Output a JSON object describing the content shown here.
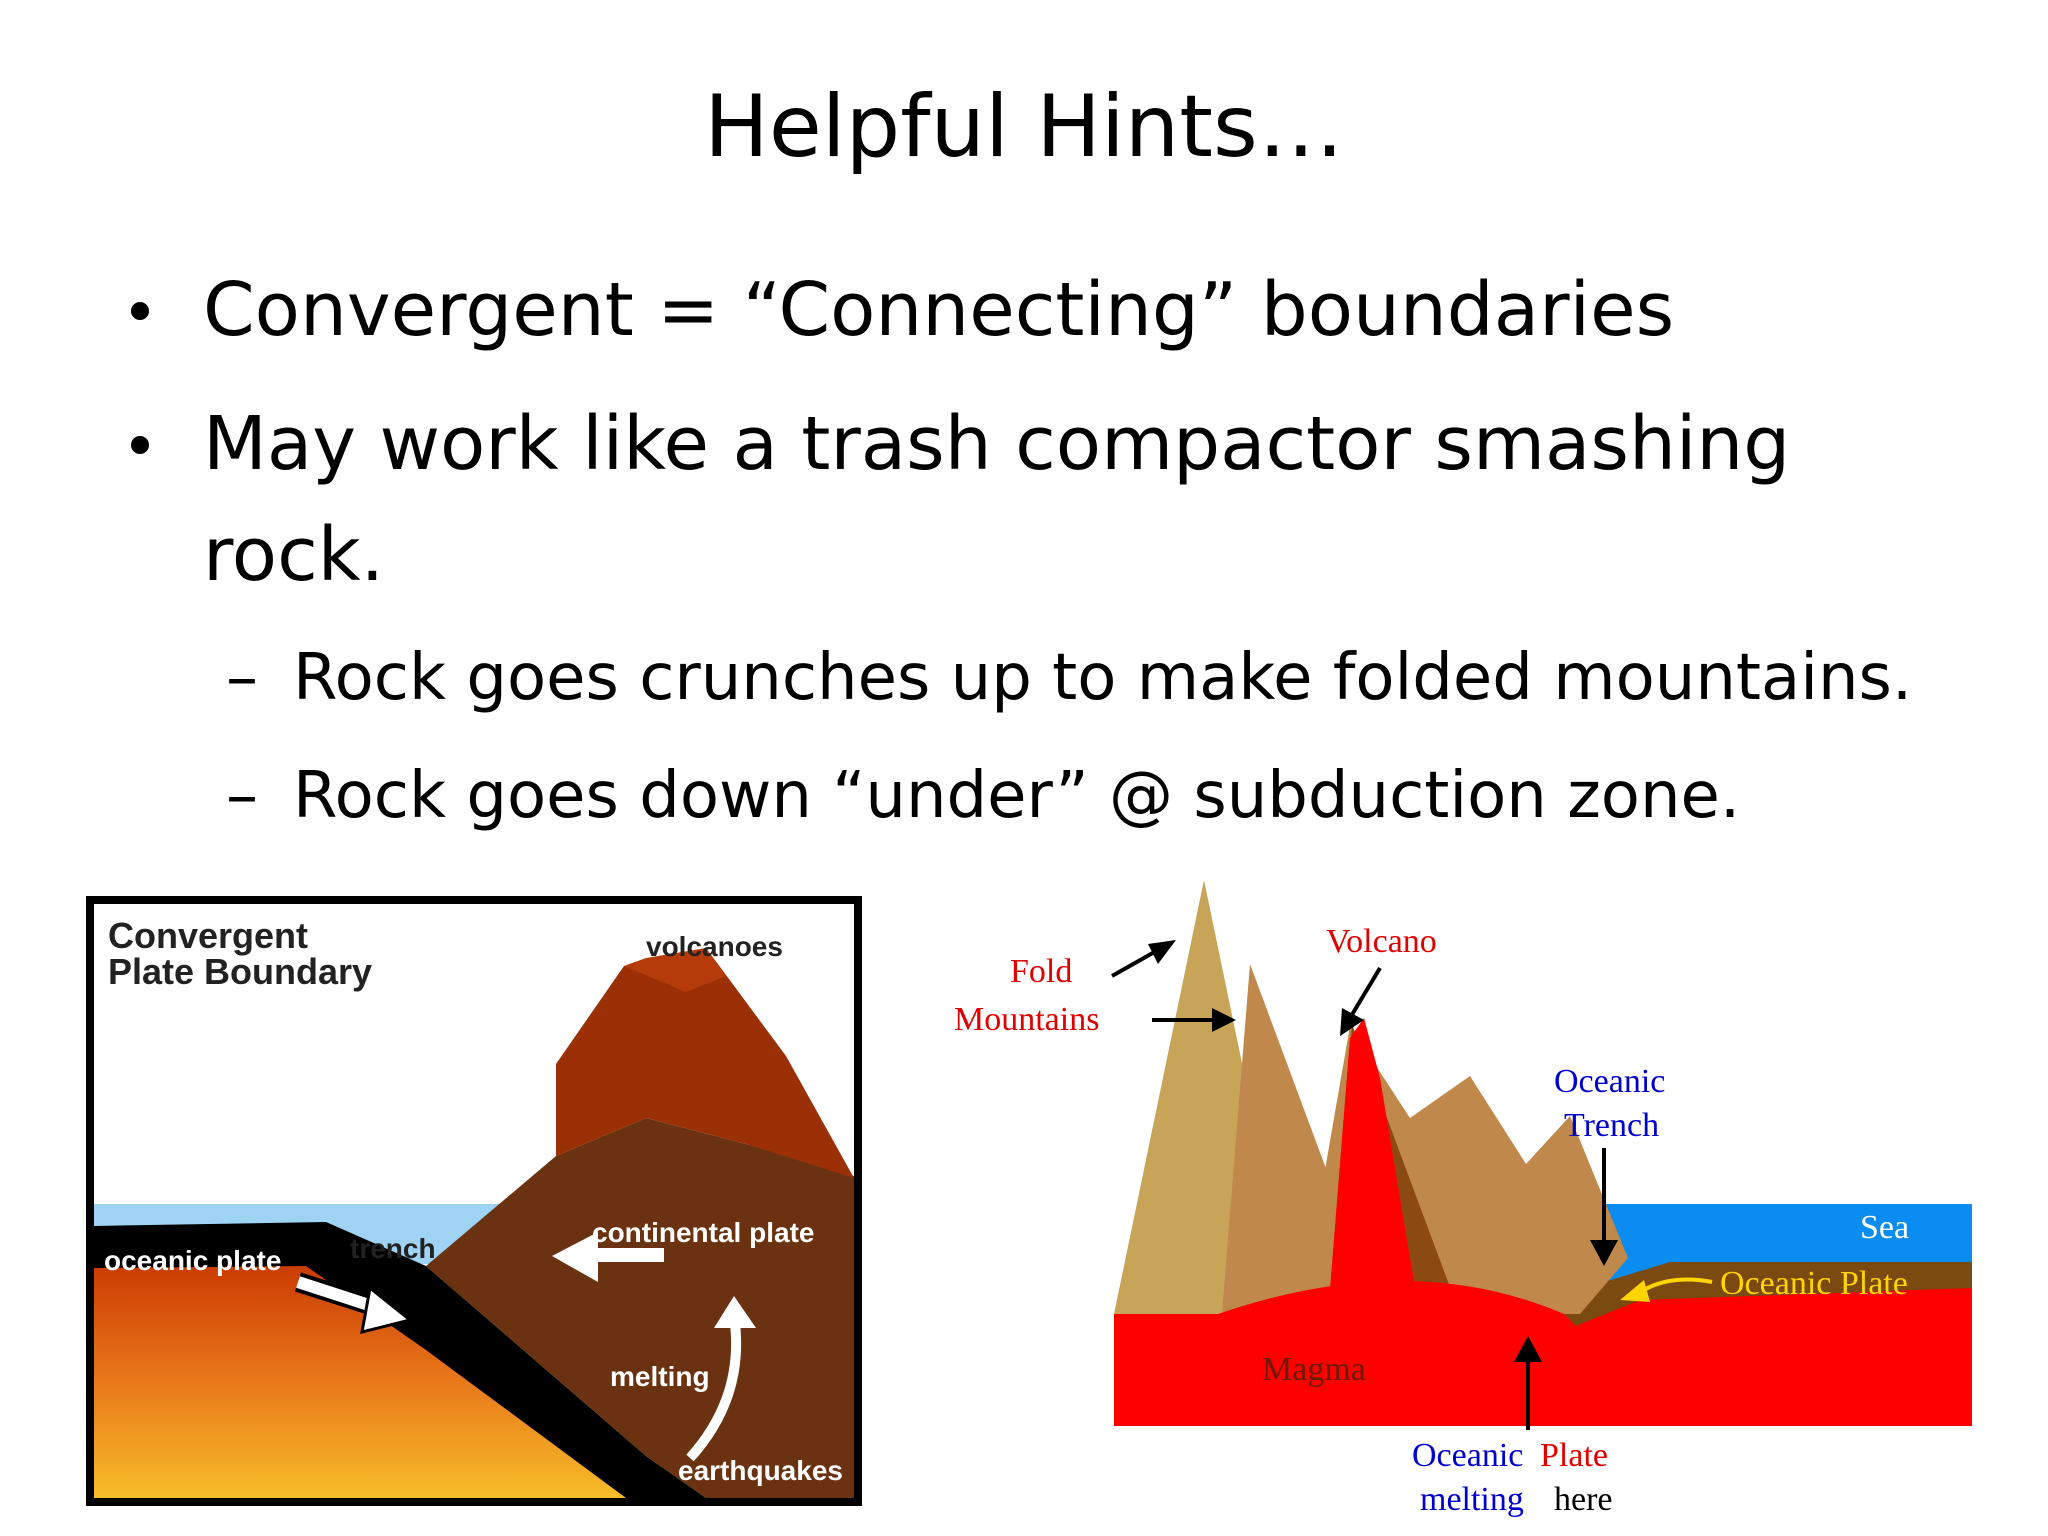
{
  "slide": {
    "title": "Helpful Hints…",
    "bullets": [
      {
        "text": "Convergent = “Connecting” boundaries"
      },
      {
        "text": "May work like a trash compactor smashing",
        "continuation": "rock."
      }
    ],
    "subbullets": [
      {
        "text": "Rock goes crunches up to make folded mountains."
      },
      {
        "text": "Rock goes down “under” @ subduction zone."
      }
    ]
  },
  "left_diagram": {
    "title_line1": "Convergent",
    "title_line2": "Plate Boundary",
    "labels": {
      "volcanoes": "volcanoes",
      "oceanic_plate": "oceanic plate",
      "trench": "trench",
      "continental_plate": "continental plate",
      "melting": "melting",
      "earthquakes": "earthquakes"
    },
    "colors": {
      "sky": "#ffffff",
      "water": "#9fd3f3",
      "ocean_plate_top": "#c83800",
      "ocean_plate_bottom": "#f4b623",
      "crust": "#6a3210",
      "volcano": "#9b2f05",
      "slab": "#000000"
    }
  },
  "right_diagram": {
    "labels": {
      "fold": "Fold",
      "mountains": "Mountains",
      "volcano": "Volcano",
      "oceanic_trench_1": "Oceanic",
      "oceanic_trench_2": "Trench",
      "sea": "Sea",
      "oceanic_plate": "Oceanic Plate",
      "magma": "Magma",
      "melting_1a": "Oceanic",
      "melting_1b": "Plate",
      "melting_2a": "melting",
      "melting_2b": "here"
    },
    "colors": {
      "red_label": "#e00000",
      "blue_label": "#0000cc",
      "magma": "#ff0000",
      "sea": "#0a8cf0",
      "plate": "#7a4a10",
      "fold_light": "#c8a458",
      "fold_mid": "#c0884a",
      "mountain_brown": "#8b4a12"
    }
  }
}
